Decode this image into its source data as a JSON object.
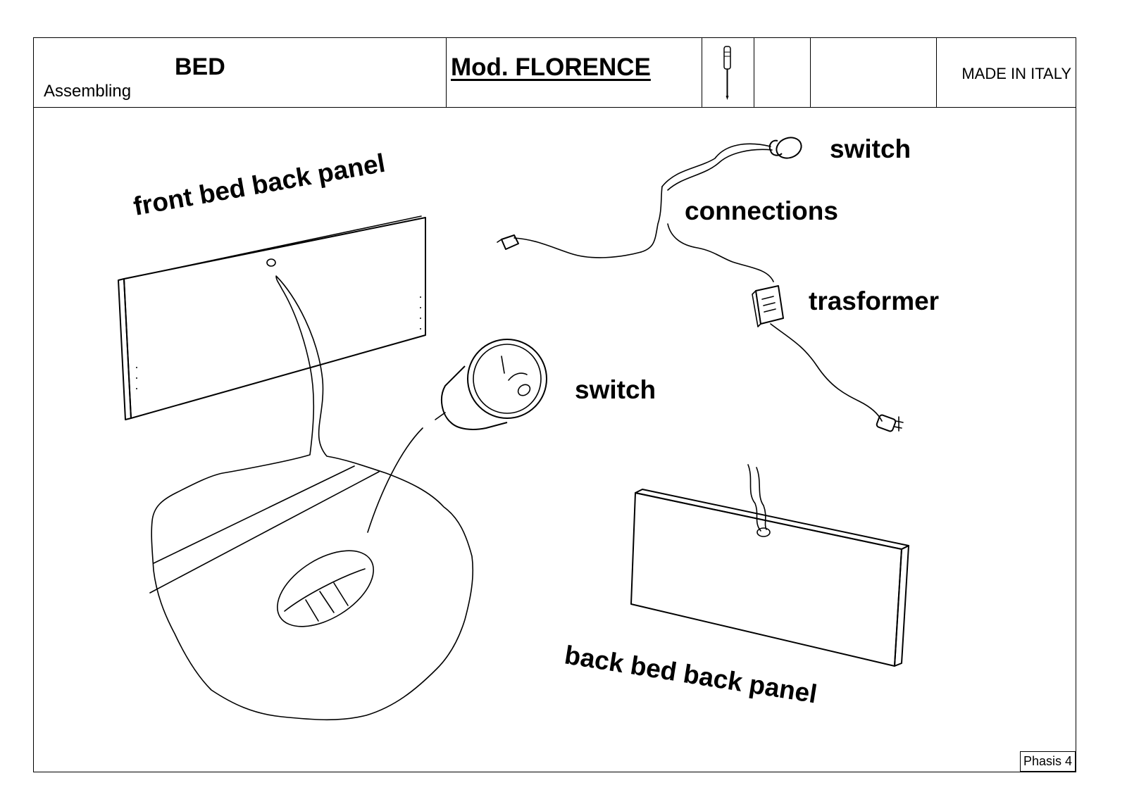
{
  "header": {
    "title": "BED",
    "subtitle": "Assembling",
    "model": "Mod. FLORENCE",
    "tool_icon": "screwdriver-icon",
    "origin": "MADE IN ITALY"
  },
  "labels": {
    "front_panel": "front bed back panel",
    "switch_large": "switch",
    "switch_small": "switch",
    "connections": "connections",
    "transformer": "trasformer",
    "back_panel": "back bed back panel"
  },
  "footer": {
    "phase": "Phasis 4"
  }
}
